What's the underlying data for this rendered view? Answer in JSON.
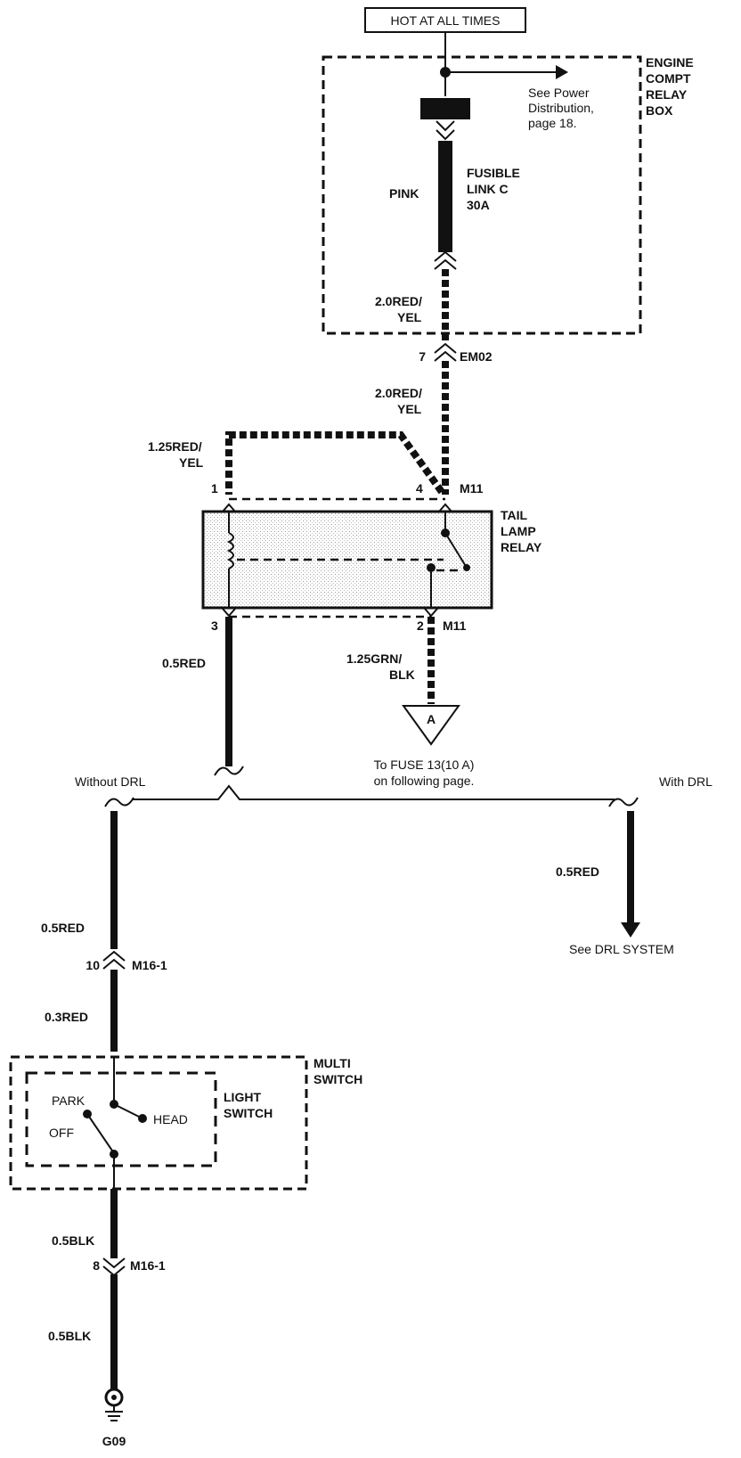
{
  "header": {
    "power_label": "HOT AT ALL TIMES"
  },
  "relay_box": {
    "name_lines": [
      "ENGINE",
      "COMPT",
      "RELAY",
      "BOX"
    ],
    "note_lines": [
      "See Power",
      "Distribution,",
      "page 18."
    ],
    "fuse_color": "PINK",
    "fuse_name_lines": [
      "FUSIBLE",
      "LINK C",
      "30A"
    ],
    "wire_label_lines": [
      "2.0RED/",
      "YEL"
    ]
  },
  "connector_em02": {
    "pin": "7",
    "name": "EM02"
  },
  "wire_em02_relay": {
    "label_lines": [
      "2.0RED/",
      "YEL"
    ]
  },
  "wire_relay_pin1": {
    "label_lines": [
      "1.25RED/",
      "YEL"
    ]
  },
  "tail_lamp_relay": {
    "name_lines": [
      "TAIL",
      "LAMP",
      "RELAY"
    ],
    "pin_top_left": "1",
    "pin_top_right": "4",
    "connector_top": "M11",
    "pin_bottom_left": "3",
    "pin_bottom_right": "2",
    "connector_bottom": "M11"
  },
  "wire_pin3": {
    "label": "0.5RED"
  },
  "wire_pin2": {
    "label_lines": [
      "1.25GRN/",
      "BLK"
    ]
  },
  "connector_a": {
    "letter": "A",
    "note_lines": [
      "To FUSE 13(10 A)",
      "on following page."
    ]
  },
  "options": {
    "without": "Without DRL",
    "with": "With DRL"
  },
  "drl_branch": {
    "wire_label": "0.5RED",
    "note": "See DRL SYSTEM"
  },
  "left_branch": {
    "wire_label_1": "0.5RED",
    "connector1_pin": "10",
    "connector1_name": "M16-1",
    "wire_label_2": "0.3RED"
  },
  "multi_switch": {
    "name_lines": [
      "MULTI",
      "SWITCH"
    ],
    "inner_name_lines": [
      "LIGHT",
      "SWITCH"
    ],
    "positions": {
      "park": "PARK",
      "off": "OFF",
      "head": "HEAD"
    }
  },
  "ground_branch": {
    "wire_label_1": "0.5BLK",
    "connector_pin": "8",
    "connector_name": "M16-1",
    "wire_label_2": "0.5BLK",
    "ground_name": "G09"
  }
}
